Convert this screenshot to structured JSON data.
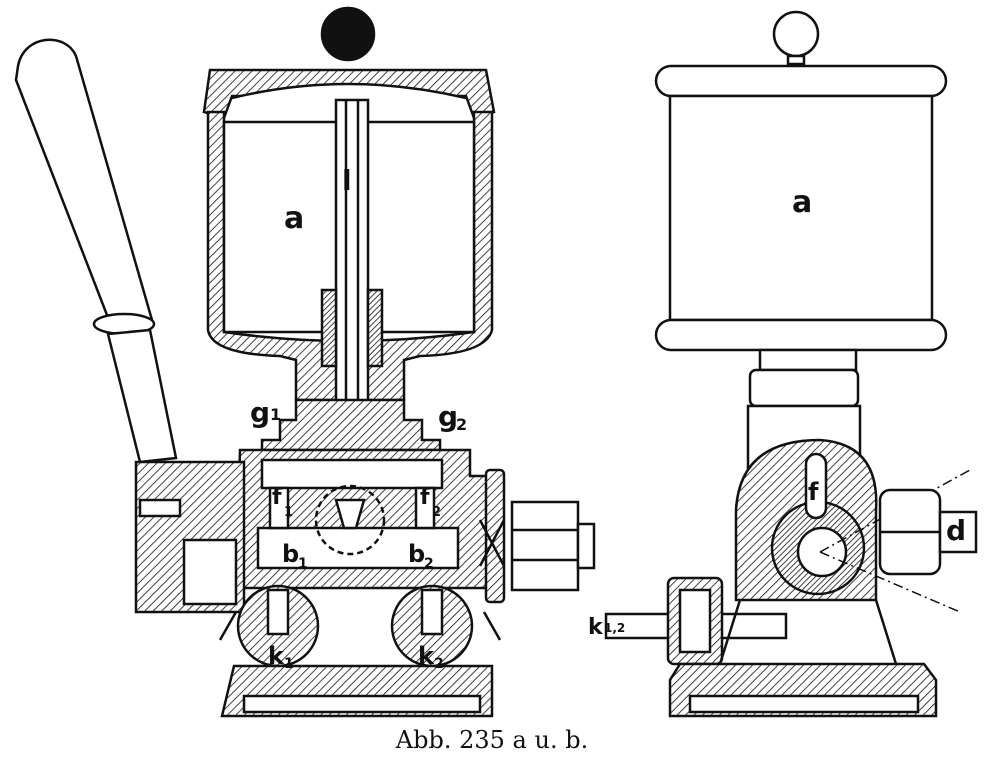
{
  "figure": {
    "caption": "Abb. 235 a u. b.",
    "labels": {
      "a_left": "a",
      "l": "l",
      "g1_main": "g",
      "g1_sub": "1",
      "g2_main": "g",
      "g2_sub": "2",
      "f1_main": "f",
      "f1_sub": "1",
      "f2_main": "f",
      "f2_sub": "2",
      "b1_main": "b",
      "b1_sub": "1",
      "b2_main": "b",
      "b2_sub": "2",
      "k1_main": "k",
      "k1_sub": "1",
      "k2_main": "k",
      "k2_sub": "2",
      "a_right": "a",
      "f_right": "f",
      "d": "d",
      "k_right": "k",
      "k_right_sub": "1,2"
    }
  }
}
